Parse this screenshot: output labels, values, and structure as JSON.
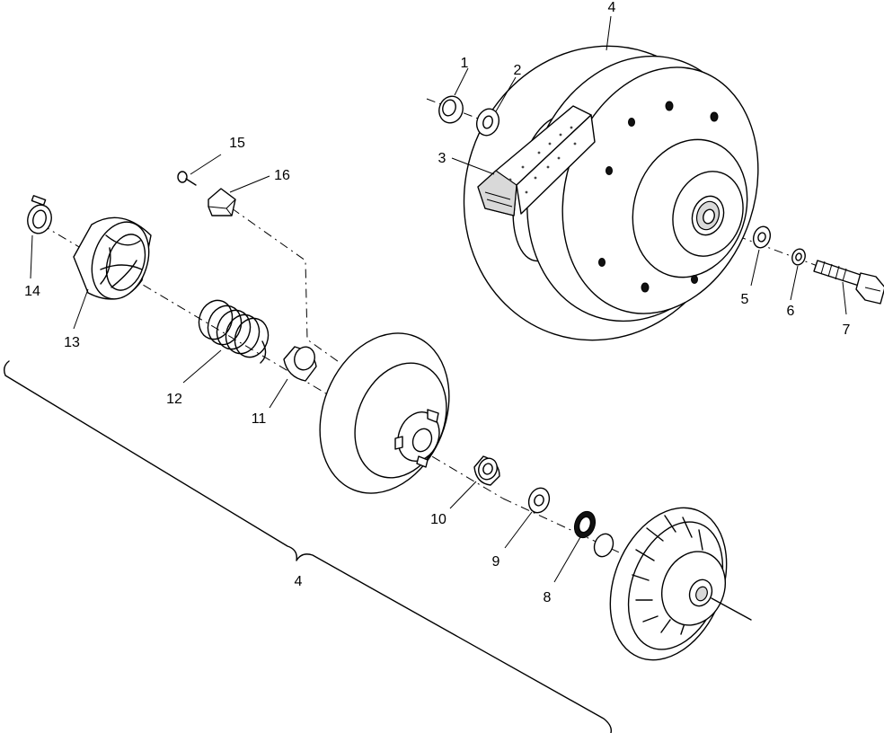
{
  "callouts": {
    "c1": "1",
    "c2": "2",
    "c3": "3",
    "c4_top": "4",
    "c4_bracket": "4",
    "c5": "5",
    "c6": "6",
    "c7": "7",
    "c8": "8",
    "c9": "9",
    "c10": "10",
    "c11": "11",
    "c12": "12",
    "c13": "13",
    "c14": "14",
    "c15": "15",
    "c16": "16"
  }
}
